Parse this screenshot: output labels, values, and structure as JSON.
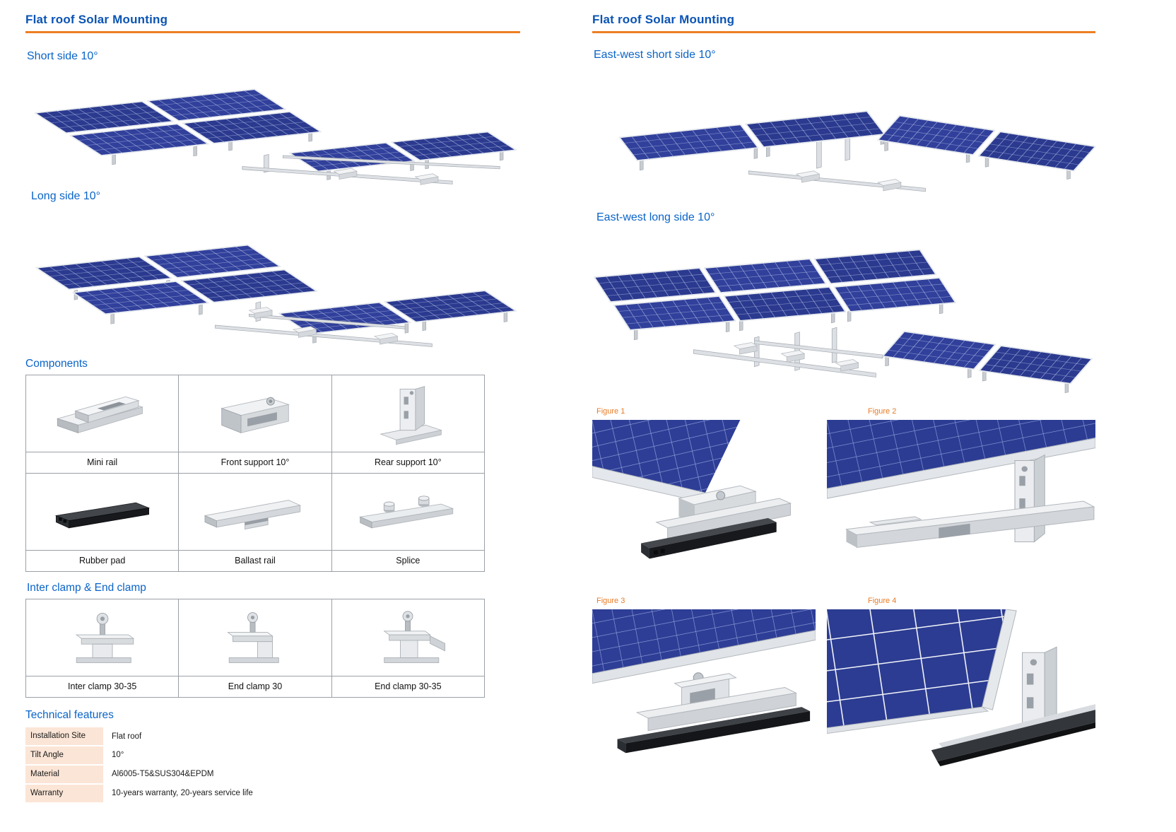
{
  "left": {
    "title": "Flat roof Solar Mounting",
    "short_side_label": "Short side 10°",
    "long_side_label": "Long side 10°",
    "components_heading": "Components",
    "components": [
      {
        "label": "Mini  rail"
      },
      {
        "label": "Front support 10°"
      },
      {
        "label": "Rear support  10°"
      },
      {
        "label": "Rubber pad"
      },
      {
        "label": "Ballast rail"
      },
      {
        "label": "Splice"
      }
    ],
    "clamp_heading": "Inter clamp & End clamp",
    "clamps": [
      {
        "label": "Inter clamp 30-35"
      },
      {
        "label": "End clamp 30"
      },
      {
        "label": "End clamp  30-35"
      }
    ],
    "technical_heading": "Technical features",
    "technical": [
      {
        "key": "Installation Site",
        "value": "Flat roof"
      },
      {
        "key": "Tilt Angle",
        "value": "10°"
      },
      {
        "key": "Material",
        "value": "Al6005-T5&SUS304&EPDM"
      },
      {
        "key": "Warranty",
        "value": "10-years warranty, 20-years service life"
      }
    ]
  },
  "right": {
    "title": "Flat roof Solar Mounting",
    "ew_short_label": "East-west short side 10°",
    "ew_long_label": "East-west long side 10°",
    "figures": [
      {
        "label": "Figure 1"
      },
      {
        "label": "Figure 2"
      },
      {
        "label": "Figure 3"
      },
      {
        "label": "Figure 4"
      }
    ]
  },
  "colors": {
    "heading_blue": "#0b54b4",
    "label_blue": "#0a64c8",
    "accent_orange": "#ee7f22",
    "figure_orange": "#e87a25",
    "panel_blue": "#2e3e96",
    "tech_key_bg": "#fbe5d6"
  }
}
